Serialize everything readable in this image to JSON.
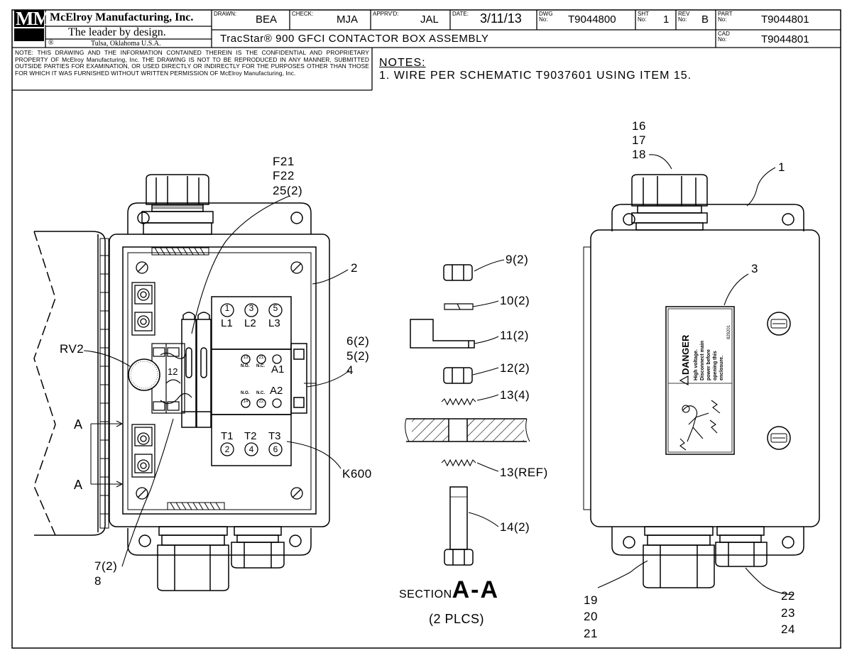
{
  "company": {
    "logo": "MMI",
    "name": "McElroy Manufacturing, Inc.",
    "slogan": "The leader by design.",
    "location": "Tulsa, Oklahoma U.S.A.",
    "registered": "®"
  },
  "title_block": {
    "drawn_label": "DRAWN:",
    "drawn": "BEA",
    "check_label": "CHECK:",
    "check": "MJA",
    "apprvd_label": "APPRV'D:",
    "apprvd": "JAL",
    "date_label": "DATE:",
    "date": "3/11/13",
    "dwg_label": "DWG No:",
    "dwg": "T9044800",
    "sht_label": "SHT No:",
    "sht": "1",
    "rev_label": "REV No:",
    "rev": "B",
    "part_label": "PART No:",
    "part": "T9044801",
    "cad_label": "CAD No:",
    "cad": "T9044801",
    "title": "TracStar® 900 GFCI CONTACTOR BOX ASSEMBLY"
  },
  "confidential_note": "NOTE: THIS DRAWING AND THE INFORMATION CONTAINED THEREIN IS THE CONFIDENTIAL AND PROPRIETARY PROPERTY OF McElroy Manufacturing, Inc. THE DRAWING IS NOT TO BE REPRODUCED IN ANY MANNER, SUBMITTED OUTSIDE PARTIES FOR EXAMINATION, OR USED DIRECTLY OR INDIRECTLY FOR THE PURPOSES OTHER THAN THOSE FOR WHICH IT WAS FURNISHED WITHOUT WRITTEN PERMISSION OF McElroy Manufacturing, Inc.",
  "notes": {
    "heading": "NOTES:",
    "items": [
      "1. WIRE PER SCHEMATIC T9037601 USING ITEM 15."
    ]
  },
  "callouts": {
    "f21": "F21",
    "f22": "F22",
    "c25": "25(2)",
    "c2": "2",
    "c6": "6(2)",
    "c5": "5(2)",
    "c4": "4",
    "rv2": "RV2",
    "k600": "K600",
    "c7": "7(2)",
    "c8": "8",
    "a_top": "A",
    "a_bottom": "A",
    "c9": "9(2)",
    "c10": "10(2)",
    "c11": "11(2)",
    "c12": "12(2)",
    "c13": "13(4)",
    "c13ref": "13(REF)",
    "c14": "14(2)",
    "c16": "16",
    "c17": "17",
    "c18": "18",
    "c1": "1",
    "c3": "3",
    "c19": "19",
    "c20": "20",
    "c21": "21",
    "c22": "22",
    "c23": "23",
    "c24": "24"
  },
  "section": {
    "prefix": "SECTION",
    "label": "A-A",
    "qty": "(2 PLCS)"
  },
  "contactor": {
    "top_nums": [
      "1",
      "3",
      "5"
    ],
    "top_terms": [
      "L1",
      "L2",
      "L3"
    ],
    "aux1": [
      "13",
      "21"
    ],
    "aux1_sub": [
      "N.O.",
      "N.C."
    ],
    "coil1": "A1",
    "aux2_sub": [
      "N.O.",
      "N.C."
    ],
    "aux2": [
      "14",
      "22"
    ],
    "coil2": "A2",
    "bot_terms": [
      "T1",
      "T2",
      "T3"
    ],
    "bot_nums": [
      "2",
      "4",
      "6"
    ]
  },
  "terminal_label": "12",
  "danger_label": {
    "heading": "DANGER",
    "text": [
      "High voltage.",
      "Disconnect main",
      "power before",
      "opening this",
      "enclosure."
    ],
    "code": "829201"
  }
}
